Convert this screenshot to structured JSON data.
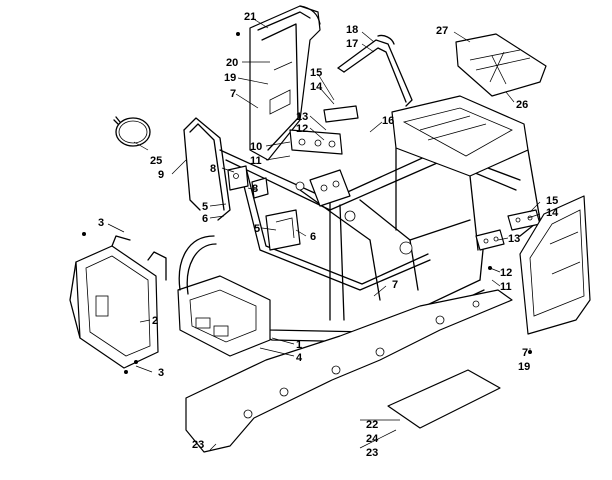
{
  "diagram": {
    "callouts": {
      "c21": "21",
      "c20": "20",
      "c19a": "19",
      "c7a": "7",
      "c18": "18",
      "c17": "17",
      "c27": "27",
      "c26": "26",
      "c15a": "15",
      "c14a": "14",
      "c13a": "13",
      "c12a": "12",
      "c16": "16",
      "c10": "10",
      "c11a": "11",
      "c25": "25",
      "c9": "9",
      "c8a": "8",
      "c8b": "8",
      "c5a": "5",
      "c6a": "6",
      "c5b": "5",
      "c6b": "6",
      "c3a": "3",
      "c2": "2",
      "c3b": "3",
      "c1": "1",
      "c4": "4",
      "c7b": "7",
      "c15b": "15",
      "c14b": "14",
      "c13b": "13",
      "c12b": "12",
      "c11b": "11",
      "c7c": "7",
      "c19b": "19",
      "c22": "22",
      "c24": "24",
      "c23a": "23",
      "c23b": "23"
    }
  }
}
